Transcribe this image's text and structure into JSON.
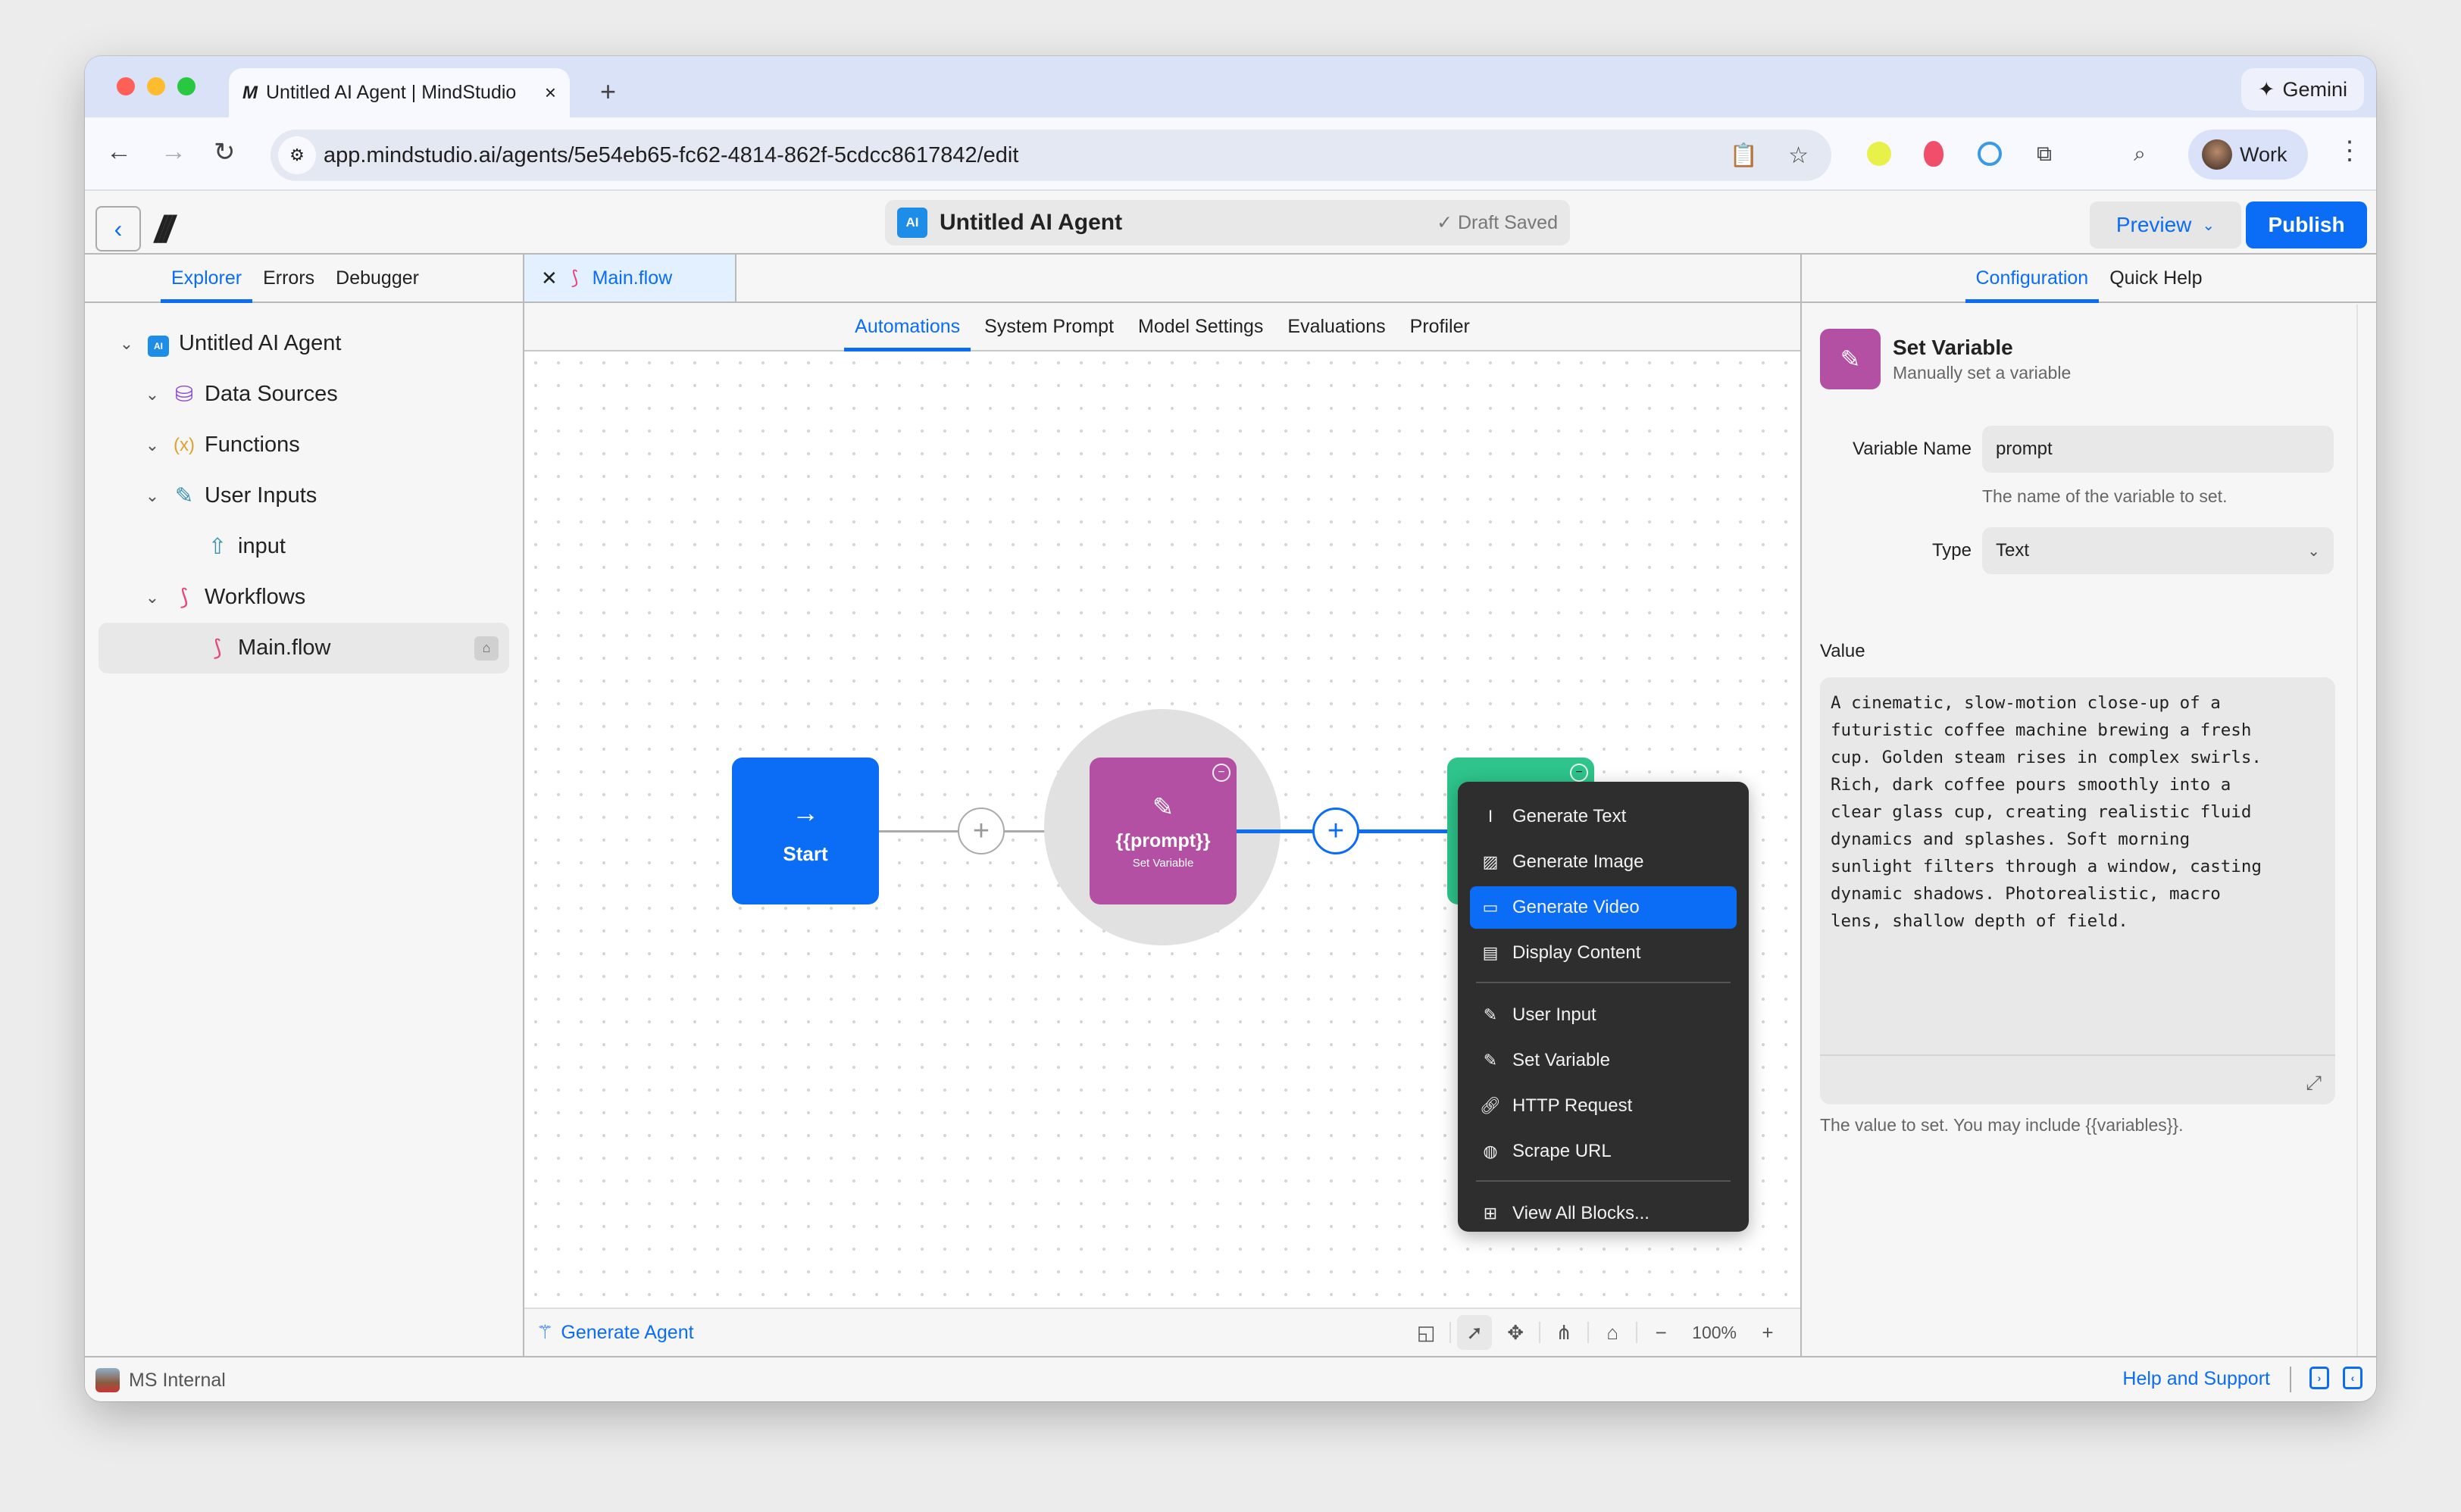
{
  "browser": {
    "tab_title": "Untitled AI Agent | MindStudio",
    "new_tab": "+",
    "close_tab": "×",
    "gemini_label": "Gemini",
    "url": "app.mindstudio.ai/agents/5e54eb65-fc62-4814-862f-5cdcc8617842/edit",
    "profile_label": "Work"
  },
  "header": {
    "agent_badge": "AI",
    "agent_name": "Untitled AI Agent",
    "save_status": "✓ Draft Saved",
    "preview_label": "Preview",
    "publish_label": "Publish"
  },
  "left_panel": {
    "tabs": [
      {
        "label": "Explorer",
        "active": true
      },
      {
        "label": "Errors",
        "active": false
      },
      {
        "label": "Debugger",
        "active": false
      }
    ],
    "tree": {
      "root": "Untitled AI Agent",
      "data_sources": "Data Sources",
      "functions": "Functions",
      "user_inputs": "User Inputs",
      "input_item": "input",
      "workflows": "Workflows",
      "main_flow": "Main.flow"
    }
  },
  "center": {
    "file_tab": "Main.flow",
    "subtabs": [
      {
        "label": "Automations",
        "active": true
      },
      {
        "label": "System Prompt",
        "active": false
      },
      {
        "label": "Model Settings",
        "active": false
      },
      {
        "label": "Evaluations",
        "active": false
      },
      {
        "label": "Profiler",
        "active": false
      }
    ],
    "nodes": {
      "start_label": "Start",
      "setvar_title": "{{prompt}}",
      "setvar_sub": "Set Variable"
    },
    "menu": {
      "group1": [
        "Generate Text",
        "Generate Image",
        "Generate Video",
        "Display Content"
      ],
      "group2": [
        "User Input",
        "Set Variable",
        "HTTP Request",
        "Scrape URL"
      ],
      "group3": [
        "View All Blocks..."
      ],
      "highlighted": "Generate Video"
    },
    "generate_agent": "Generate Agent",
    "zoom_level": "100%"
  },
  "right_panel": {
    "tabs": [
      {
        "label": "Configuration",
        "active": true
      },
      {
        "label": "Quick Help",
        "active": false
      }
    ],
    "block_title": "Set Variable",
    "block_subtitle": "Manually set a variable",
    "variable_name_label": "Variable Name",
    "variable_name_value": "prompt",
    "variable_name_hint": "The name of the variable to set.",
    "type_label": "Type",
    "type_value": "Text",
    "value_label": "Value",
    "value_text": "A cinematic, slow-motion close-up of a\nfuturistic coffee machine brewing a fresh\ncup. Golden steam rises in complex swirls.\nRich, dark coffee pours smoothly into a\nclear glass cup, creating realistic fluid\ndynamics and splashes. Soft morning\nsunlight filters through a window, casting\ndynamic shadows. Photorealistic, macro\nlens, shallow depth of field.",
    "value_hint": "The value to set. You may include {{variables}}."
  },
  "status_bar": {
    "workspace": "MS Internal",
    "help": "Help and Support"
  },
  "colors": {
    "accent": "#0b6cf5",
    "set_variable": "#b450a3",
    "green_block": "#2ec48b",
    "menu_bg": "#2e2e2e"
  }
}
